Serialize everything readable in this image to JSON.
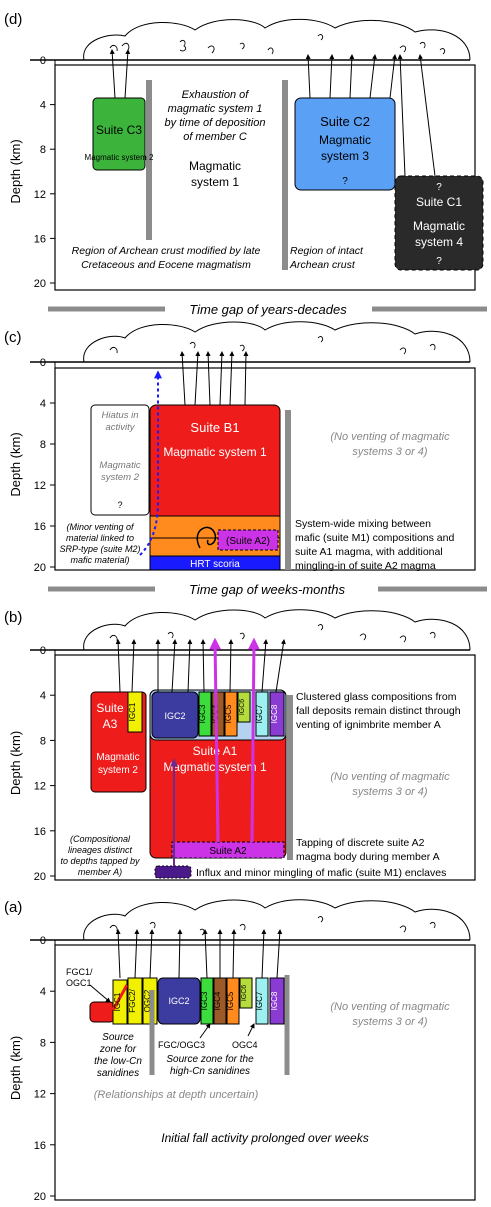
{
  "axis": {
    "ylabel": "Depth (km)",
    "ticks": [
      "0",
      "4",
      "8",
      "12",
      "16",
      "20"
    ]
  },
  "colors": {
    "red": "#ef1c1c",
    "green": "#3cb43c",
    "blue": "#5aa0f5",
    "dark": "#2a2a2a",
    "orange": "#ff8a1e",
    "magenta": "#cc33e6",
    "navy": "#3c3ca0",
    "darkpurple": "#4a1a8a",
    "hrt": "#1a1aff",
    "gray": "#8c8c8c",
    "lightblue": "#b4d2f0"
  },
  "gaps": {
    "top": "Time gap of years-decades",
    "middle": "Time gap of weeks-months"
  },
  "panel_d": {
    "letter": "(d)",
    "suite_c3": {
      "name": "Suite C3",
      "system": "Magmatic system 2"
    },
    "exhaustion": [
      "Exhaustion of",
      "magmatic system 1",
      "by time of deposition",
      "of member C"
    ],
    "system1": [
      "Magmatic",
      "system 1"
    ],
    "suite_c2": {
      "name": "Suite C2",
      "system": [
        "Magmatic",
        "system 3"
      ],
      "q": "?"
    },
    "suite_c1": {
      "q1": "?",
      "name": "Suite C1",
      "system": [
        "Magmatic",
        "system 4"
      ],
      "q2": "?"
    },
    "region_left": [
      "Region of Archean crust modified by late",
      "Cretaceous and Eocene magmatism"
    ],
    "region_right": [
      "Region of intact",
      "Archean crust"
    ]
  },
  "panel_c": {
    "letter": "(c)",
    "hiatus": [
      "Hiatus in",
      "activity"
    ],
    "system2": [
      "Magmatic",
      "system 2"
    ],
    "q": "?",
    "suite_b1": "Suite B1",
    "system1": "Magmatic system 1",
    "suite_a2": "(Suite A2)",
    "hrt": "HRT scoria",
    "no_venting": [
      "(No venting of magmatic",
      "systems 3 or 4)"
    ],
    "mixing": [
      "System-wide mixing between",
      "mafic (suite M1) compositions and",
      "suite A1 magma, with additional",
      "mingling-in of suite A2 magma"
    ],
    "minor_venting": [
      "(Minor venting of",
      "material linked to",
      "SRP-type (suite M2)",
      "mafic material)"
    ]
  },
  "panel_b": {
    "letter": "(b)",
    "suite_a3": [
      "Suite",
      "A3"
    ],
    "igc1": "IGC1",
    "system2": [
      "Magmatic",
      "system 2"
    ],
    "igc": [
      "IGC2",
      "IGC3",
      "IGC4",
      "IGC5",
      "IGC6",
      "IGC7",
      "IGC8"
    ],
    "suite_a1": "Suite A1",
    "system1": "Magmatic system 1",
    "suite_a2": "Suite A2",
    "clustered": [
      "Clustered glass compositions from",
      "fall deposits remain distinct through",
      "venting of ignimbrite member A"
    ],
    "no_venting": [
      "(No venting of magmatic",
      "systems 3 or 4)"
    ],
    "tapping": [
      "Tapping of discrete suite A2",
      "magma body during member A"
    ],
    "influx": "Influx and minor mingling of mafic (suite M1) enclaves",
    "lineages": [
      "(Compositional",
      "lineages distinct",
      "to depths tapped by",
      "member A)"
    ]
  },
  "panel_a": {
    "letter": "(a)",
    "fgc1": [
      "FGC1/",
      "OGC1"
    ],
    "small": [
      "IGC1",
      "FGC2/",
      "OGC2"
    ],
    "igc": [
      "IGC2",
      "IGC3",
      "IGC4",
      "IGC5",
      "IGC6",
      "IGC7",
      "IGC8"
    ],
    "fgc_ogc3": "FGC/OGC3",
    "ogc4": "OGC4",
    "source_low": [
      "Source",
      "zone for",
      "the low-Cn",
      "sanidines"
    ],
    "source_high": [
      "Source zone for the",
      "high-Cn sanidines"
    ],
    "no_venting": [
      "(No venting of magmatic",
      "systems 3 or 4)"
    ],
    "uncertain": "(Relationships at depth uncertain)",
    "initial": "Initial fall activity prolonged over weeks"
  }
}
